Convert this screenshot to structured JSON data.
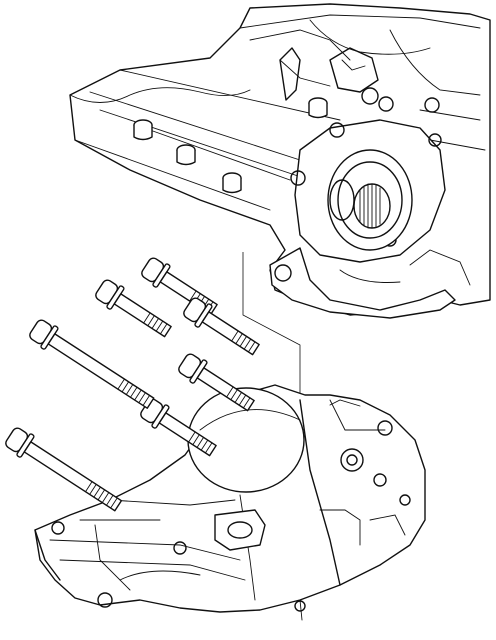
{
  "figure": {
    "type": "exploded-assembly-line-drawing",
    "colors": {
      "line": "#111111",
      "background": "#ffffff"
    },
    "components": [
      {
        "name": "engine-block-with-output-flange",
        "count": 1
      },
      {
        "name": "transfer-case-housing",
        "count": 1
      },
      {
        "name": "short-flange-bolt",
        "count": 4
      },
      {
        "name": "long-flange-bolt",
        "count": 2
      }
    ]
  }
}
